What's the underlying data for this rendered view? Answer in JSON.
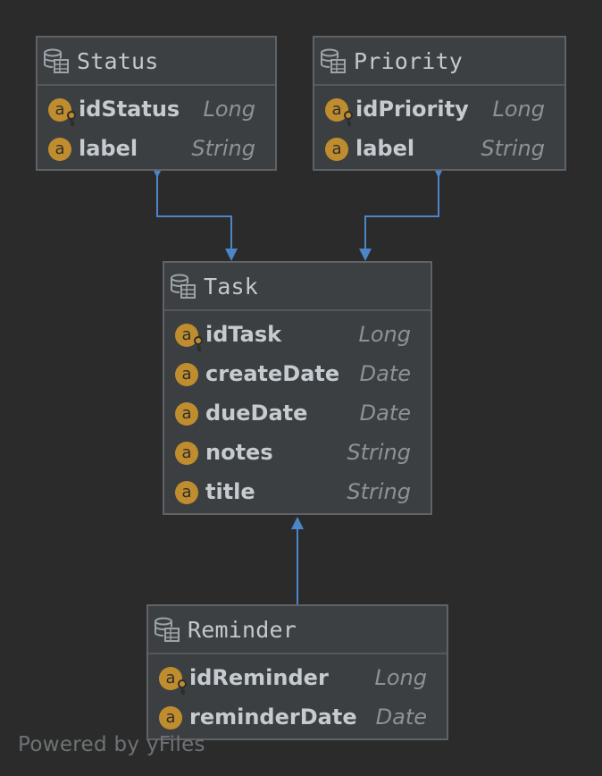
{
  "diagram": {
    "entities": {
      "status": {
        "title": "Status",
        "fields": [
          {
            "name": "idStatus",
            "type": "Long",
            "badge": "a",
            "primary_key": true
          },
          {
            "name": "label",
            "type": "String",
            "badge": "a",
            "primary_key": false
          }
        ]
      },
      "priority": {
        "title": "Priority",
        "fields": [
          {
            "name": "idPriority",
            "type": "Long",
            "badge": "a",
            "primary_key": true
          },
          {
            "name": "label",
            "type": "String",
            "badge": "a",
            "primary_key": false
          }
        ]
      },
      "task": {
        "title": "Task",
        "fields": [
          {
            "name": "idTask",
            "type": "Long",
            "badge": "a",
            "primary_key": true
          },
          {
            "name": "createDate",
            "type": "Date",
            "badge": "a",
            "primary_key": false
          },
          {
            "name": "dueDate",
            "type": "Date",
            "badge": "a",
            "primary_key": false
          },
          {
            "name": "notes",
            "type": "String",
            "badge": "a",
            "primary_key": false
          },
          {
            "name": "title",
            "type": "String",
            "badge": "a",
            "primary_key": false
          }
        ]
      },
      "reminder": {
        "title": "Reminder",
        "fields": [
          {
            "name": "idReminder",
            "type": "Long",
            "badge": "a",
            "primary_key": true
          },
          {
            "name": "reminderDate",
            "type": "Date",
            "badge": "a",
            "primary_key": false
          }
        ]
      }
    },
    "relations": [
      {
        "from": "Status",
        "to": "Task",
        "style": "bidirectional"
      },
      {
        "from": "Priority",
        "to": "Task",
        "style": "bidirectional"
      },
      {
        "from": "Reminder",
        "to": "Task",
        "style": "arrow"
      }
    ],
    "watermark": "Powered by yFiles",
    "colors": {
      "background": "#2b2b2b",
      "entity_fill": "#3c3f41",
      "entity_border": "#5f6366",
      "edge": "#4a86c8",
      "badge": "#c08d2e",
      "field_name": "#c5ccd1",
      "field_type": "#8e9295"
    }
  }
}
